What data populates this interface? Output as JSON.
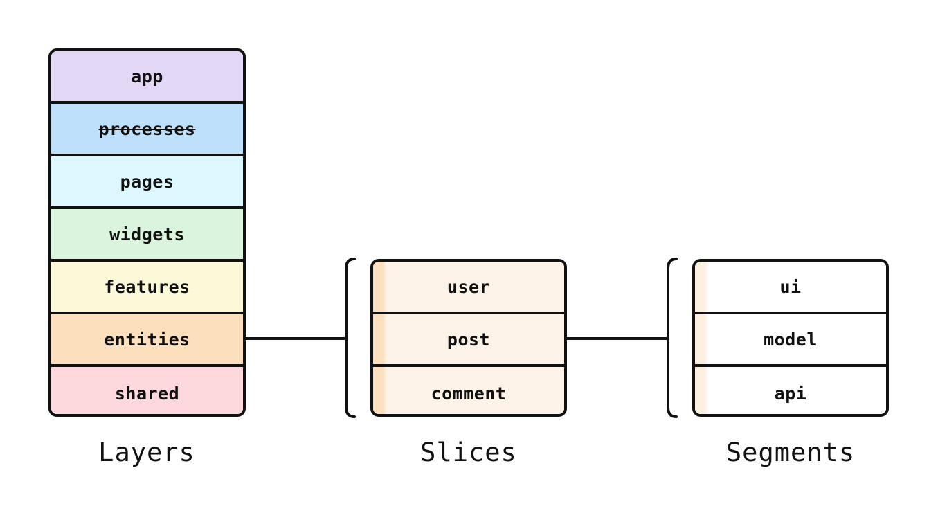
{
  "layers": {
    "title": "Layers",
    "items": [
      {
        "label": "app",
        "color": "#e2d8f6",
        "deprecated": false
      },
      {
        "label": "processes",
        "color": "#bfe0fb",
        "deprecated": true
      },
      {
        "label": "pages",
        "color": "#dcf7fd",
        "deprecated": false
      },
      {
        "label": "widgets",
        "color": "#daf4dd",
        "deprecated": false
      },
      {
        "label": "features",
        "color": "#fcf9d8",
        "deprecated": false
      },
      {
        "label": "entities",
        "color": "#fce0bd",
        "deprecated": false
      },
      {
        "label": "shared",
        "color": "#fdd8dc",
        "deprecated": false
      }
    ]
  },
  "slices": {
    "title": "Slices",
    "items": [
      {
        "label": "user"
      },
      {
        "label": "post"
      },
      {
        "label": "comment"
      }
    ],
    "fill": "#fdf3e8",
    "accent": "#fde0bf"
  },
  "segments": {
    "title": "Segments",
    "items": [
      {
        "label": "ui"
      },
      {
        "label": "model"
      },
      {
        "label": "api"
      }
    ],
    "fill": "#ffffff",
    "accent": "#fdf0e1"
  },
  "colors": {
    "stroke": "#111111",
    "background": "#ffffff"
  }
}
